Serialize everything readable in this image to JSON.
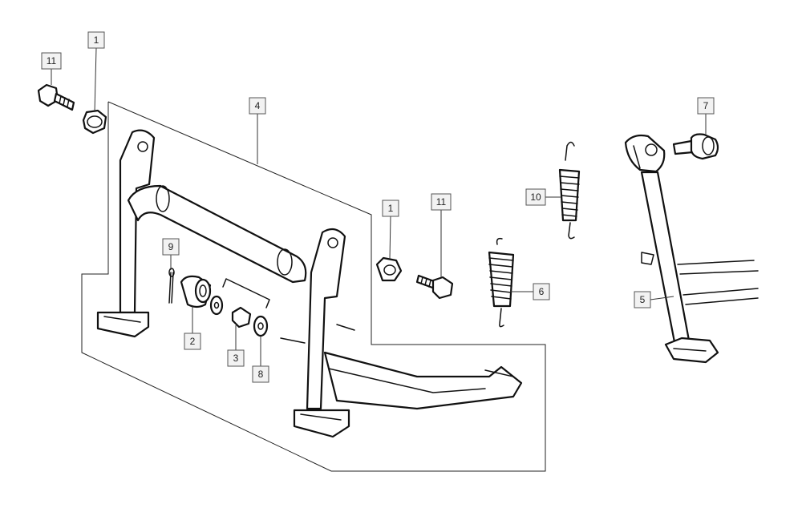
{
  "diagram": {
    "callouts": [
      {
        "id": "c-1a",
        "label": "1"
      },
      {
        "id": "c-11a",
        "label": "11"
      },
      {
        "id": "c-4",
        "label": "4"
      },
      {
        "id": "c-9",
        "label": "9"
      },
      {
        "id": "c-2",
        "label": "2"
      },
      {
        "id": "c-3",
        "label": "3"
      },
      {
        "id": "c-8",
        "label": "8"
      },
      {
        "id": "c-1b",
        "label": "1"
      },
      {
        "id": "c-11b",
        "label": "11"
      },
      {
        "id": "c-6",
        "label": "6"
      },
      {
        "id": "c-10",
        "label": "10"
      },
      {
        "id": "c-7",
        "label": "7"
      },
      {
        "id": "c-5",
        "label": "5"
      }
    ]
  }
}
